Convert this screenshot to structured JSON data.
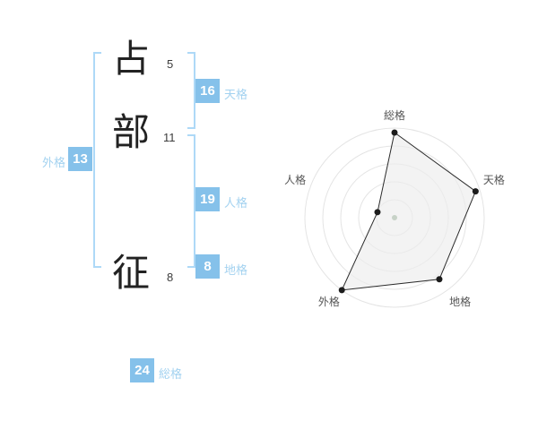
{
  "colors": {
    "accent_box": "#85c1ea",
    "label_blue": "#a3d2f0",
    "bracket_blue": "#aed9f7",
    "char_color": "#222222",
    "ring_color": "#e4e4e4",
    "polygon_stroke": "#2b2b2b",
    "polygon_fill": "#ededed",
    "dot_color": "#1c1c1c",
    "center_dot": "#c7d2c7",
    "axis_label": "#555555"
  },
  "name": {
    "chars": [
      {
        "char": "占",
        "strokes": "5"
      },
      {
        "char": "部",
        "strokes": "11"
      },
      {
        "char": "征",
        "strokes": "8"
      }
    ]
  },
  "categories": {
    "tenkaku": {
      "value": "16",
      "label": "天格"
    },
    "jinkaku": {
      "value": "19",
      "label": "人格"
    },
    "chikaku": {
      "value": "8",
      "label": "地格"
    },
    "gaikaku": {
      "value": "13",
      "label": "外格"
    },
    "soukaku": {
      "value": "24",
      "label": "総格"
    }
  },
  "chart_data": {
    "type": "radar",
    "categories": [
      "総格",
      "天格",
      "地格",
      "外格",
      "人格"
    ],
    "values": [
      24,
      16,
      8,
      13,
      19
    ],
    "scores": [
      4.75,
      4.75,
      4.25,
      5,
      1
    ],
    "max_score": 5,
    "rings": 5,
    "title": "",
    "legend": false
  }
}
